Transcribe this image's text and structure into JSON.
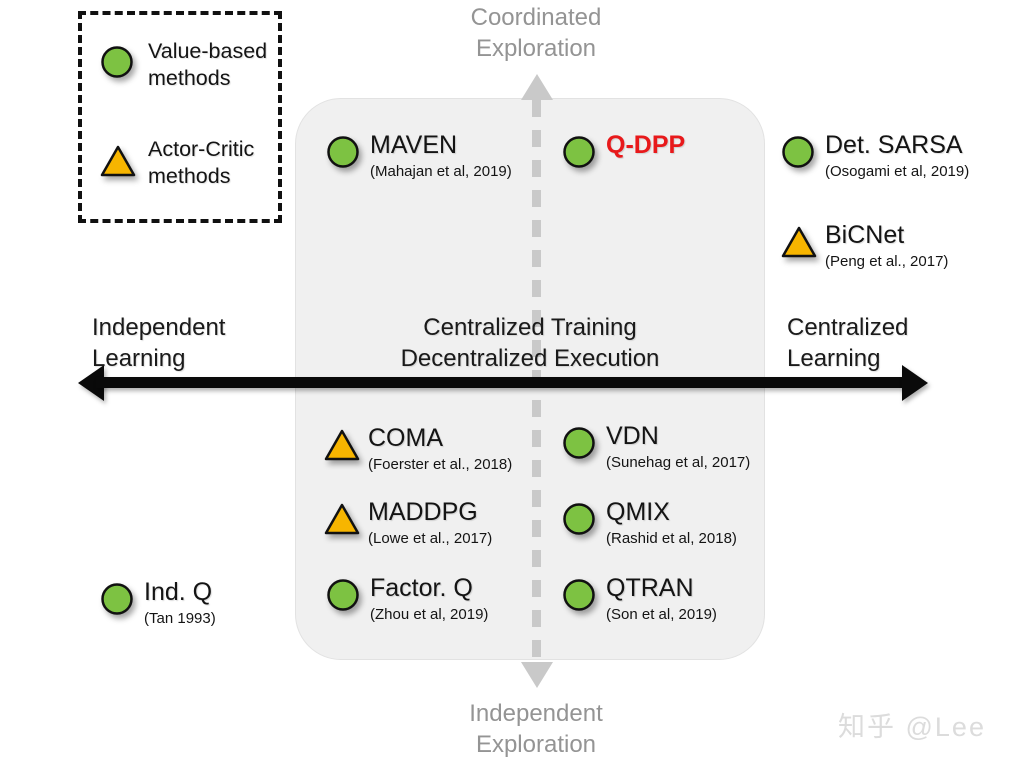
{
  "legend": {
    "title": "legend",
    "items": [
      {
        "icon": "green-circle-icon",
        "shape": "circle",
        "label": "Value-based\nmethods"
      },
      {
        "icon": "orange-triangle-icon",
        "shape": "triangle",
        "label": "Actor-Critic\nmethods"
      }
    ]
  },
  "axes": {
    "horizontal": {
      "left_label": "Independent\nLearning",
      "center_label": "Centralized Training\nDecentralized Execution",
      "right_label": "Centralized\nLearning"
    },
    "vertical": {
      "top_label": "Coordinated\nExploration",
      "bottom_label": "Independent\nExploration"
    }
  },
  "methods": [
    {
      "id": "ind-q",
      "name": "Ind. Q",
      "citation": "(Tan 1993)",
      "shape": "circle",
      "highlight": false
    },
    {
      "id": "maven",
      "name": "MAVEN",
      "citation": "(Mahajan et al, 2019)",
      "shape": "circle",
      "highlight": false
    },
    {
      "id": "q-dpp",
      "name": "Q-DPP",
      "citation": "",
      "shape": "circle",
      "highlight": true
    },
    {
      "id": "det-sarsa",
      "name": "Det. SARSA",
      "citation": "(Osogami et al, 2019)",
      "shape": "circle",
      "highlight": false
    },
    {
      "id": "bicnet",
      "name": "BiCNet",
      "citation": "(Peng et al., 2017)",
      "shape": "triangle",
      "highlight": false
    },
    {
      "id": "coma",
      "name": "COMA",
      "citation": "(Foerster et al., 2018)",
      "shape": "triangle",
      "highlight": false
    },
    {
      "id": "maddpg",
      "name": "MADDPG",
      "citation": "(Lowe et al., 2017)",
      "shape": "triangle",
      "highlight": false
    },
    {
      "id": "factor-q",
      "name": "Factor. Q",
      "citation": "(Zhou et al, 2019)",
      "shape": "circle",
      "highlight": false
    },
    {
      "id": "vdn",
      "name": "VDN",
      "citation": "(Sunehag et al, 2017)",
      "shape": "circle",
      "highlight": false
    },
    {
      "id": "qmix",
      "name": "QMIX",
      "citation": "(Rashid et al, 2018)",
      "shape": "circle",
      "highlight": false
    },
    {
      "id": "qtran",
      "name": "QTRAN",
      "citation": "(Son et al, 2019)",
      "shape": "circle",
      "highlight": false
    }
  ],
  "watermark": {
    "text": "知乎 @Lee"
  },
  "colors": {
    "value_based_marker": "#7dc242",
    "actor_critic_marker": "#f7b500",
    "highlight_text": "#e8191b",
    "region_fill": "#f0f0f0",
    "axis": "#0a0a0a",
    "vertical_axis": "#c9c9c9",
    "watermark": "#dcdcdc"
  }
}
